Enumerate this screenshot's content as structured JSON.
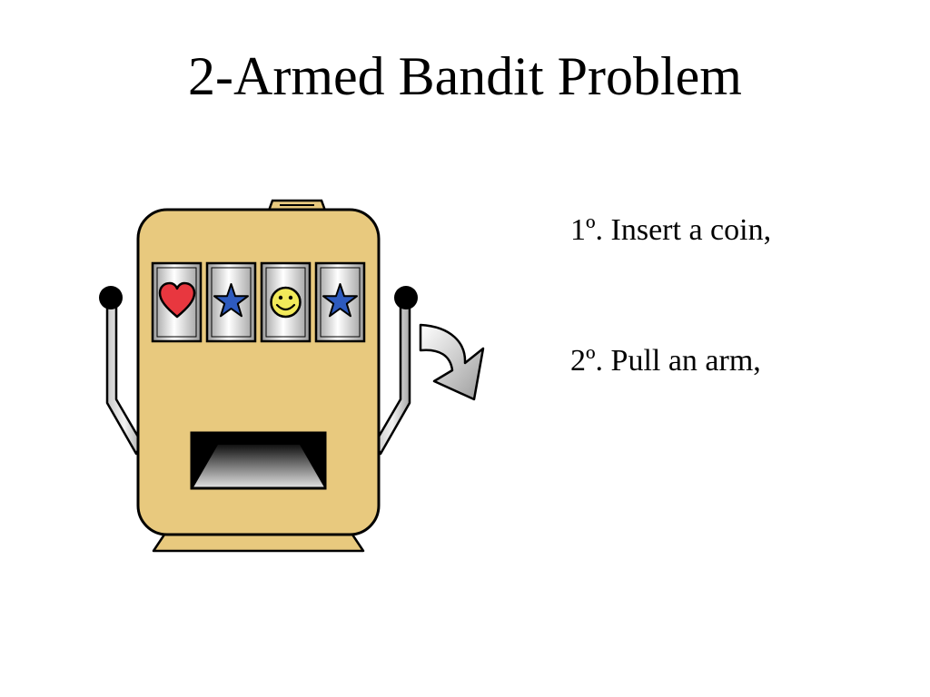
{
  "slide": {
    "title": "2-Armed Bandit Problem",
    "steps": [
      {
        "label": "1º. Insert a coin,"
      },
      {
        "label": "2º. Pull an arm,"
      }
    ]
  },
  "illustration": {
    "reels": [
      {
        "icon": "heart-icon"
      },
      {
        "icon": "star-icon"
      },
      {
        "icon": "smiley-icon"
      },
      {
        "icon": "star-icon"
      }
    ],
    "colors": {
      "cabinet": "#e8c97e",
      "heart": "#e8373f",
      "star": "#2e5bbf",
      "smiley": "#f2ea5a",
      "outline": "#000000"
    }
  }
}
